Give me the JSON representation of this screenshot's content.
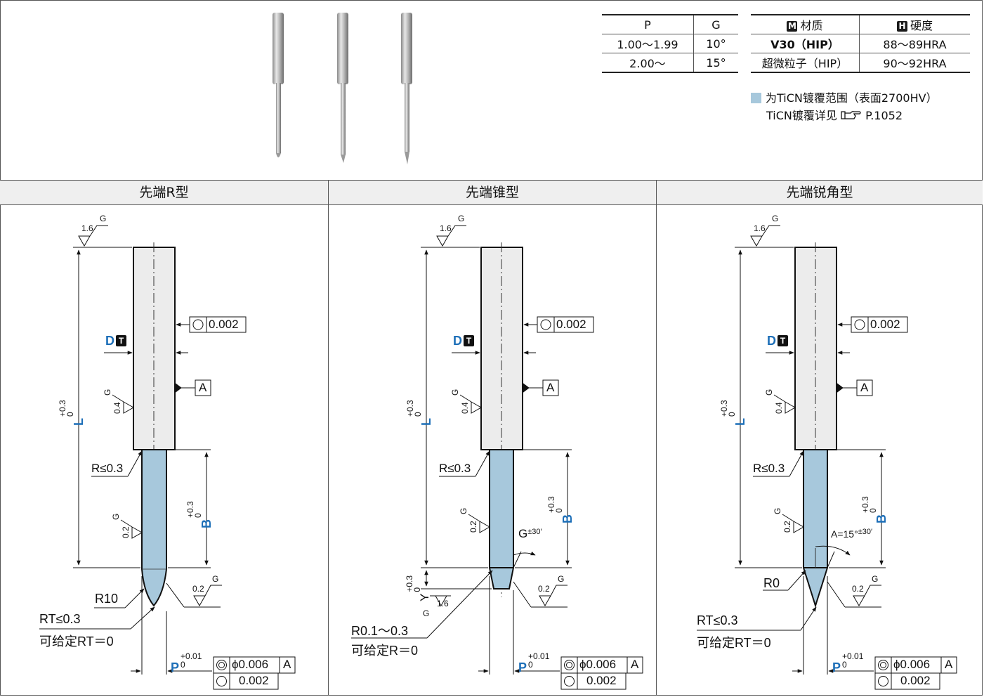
{
  "pg_table": {
    "headers": [
      "P",
      "G"
    ],
    "rows": [
      [
        "1.00～1.99",
        "10°"
      ],
      [
        "2.00～",
        "15°"
      ]
    ]
  },
  "material_table": {
    "header_material_key": "M",
    "header_material": "材质",
    "header_hardness_key": "H",
    "header_hardness": "硬度",
    "rows": [
      [
        "V30（HIP）",
        "88～89HRA"
      ],
      [
        "超微粒子（HIP）",
        "90～92HRA"
      ]
    ]
  },
  "notes": {
    "coating_range": "为TiCN镀覆范围（表面2700HV）",
    "coating_detail": "TiCN镀覆详见",
    "ref_icon": "pointing-hand-icon",
    "page_ref": "P.1052"
  },
  "colors": {
    "coating": "#a7c8dc",
    "shank": "#ececec",
    "dim_blue": "#1d6fb8"
  },
  "sections": [
    {
      "title": "先端R型",
      "roughness_top": "1.6",
      "roughness_g": "G",
      "d_label": "D",
      "d_key": "T",
      "concentricity": "0.002",
      "datum": "A",
      "roughness_shank": "0.4",
      "l_label": "L",
      "l_tol_upper": "+0.3",
      "l_tol_lower": "0",
      "r_fillet": "R≤0.3",
      "roughness_pin": "0.2",
      "b_label": "B",
      "b_tol_upper": "+0.3",
      "b_tol_lower": "0",
      "tip_label": "R10",
      "tip_note1": "RT≤0.3",
      "tip_note2": "可给定RT＝0",
      "roughness_tip": "0.2",
      "p_label": "P",
      "p_tol_upper": "+0.01",
      "p_tol_lower": "0",
      "runout": "ϕ0.006",
      "runout_datum": "A",
      "circularity": "0.002"
    },
    {
      "title": "先端锥型",
      "roughness_top": "1.6",
      "roughness_g": "G",
      "d_label": "D",
      "d_key": "T",
      "concentricity": "0.002",
      "datum": "A",
      "roughness_shank": "0.4",
      "l_label": "L",
      "l_tol_upper": "+0.3",
      "l_tol_lower": "0",
      "r_fillet": "R≤0.3",
      "roughness_pin": "0.2",
      "b_label": "B",
      "b_tol_upper": "+0.3",
      "b_tol_lower": "0",
      "angle_label": "G",
      "angle_tol": "±30′",
      "y_label": "Y",
      "y_tol_upper": "+0.3",
      "y_tol_lower": "0",
      "roughness_y": "1.6",
      "tip_note1": "R0.1～0.3",
      "tip_note2": "可给定R＝0",
      "roughness_tip": "0.2",
      "p_label": "P",
      "p_tol_upper": "+0.01",
      "p_tol_lower": "0",
      "runout": "ϕ0.006",
      "runout_datum": "A",
      "circularity": "0.002"
    },
    {
      "title": "先端锐角型",
      "roughness_top": "1.6",
      "roughness_g": "G",
      "d_label": "D",
      "d_key": "T",
      "concentricity": "0.002",
      "datum": "A",
      "roughness_shank": "0.4",
      "l_label": "L",
      "l_tol_upper": "+0.3",
      "l_tol_lower": "0",
      "r_fillet": "R≤0.3",
      "roughness_pin": "0.2",
      "b_label": "B",
      "b_tol_upper": "+0.3",
      "b_tol_lower": "0",
      "angle_label": "A=15°",
      "angle_tol": "±30′",
      "tip_label": "R0",
      "tip_note1": "RT≤0.3",
      "tip_note2": "可给定RT＝0",
      "roughness_tip": "0.2",
      "p_label": "P",
      "p_tol_upper": "+0.01",
      "p_tol_lower": "0",
      "runout": "ϕ0.006",
      "runout_datum": "A",
      "circularity": "0.002"
    }
  ]
}
